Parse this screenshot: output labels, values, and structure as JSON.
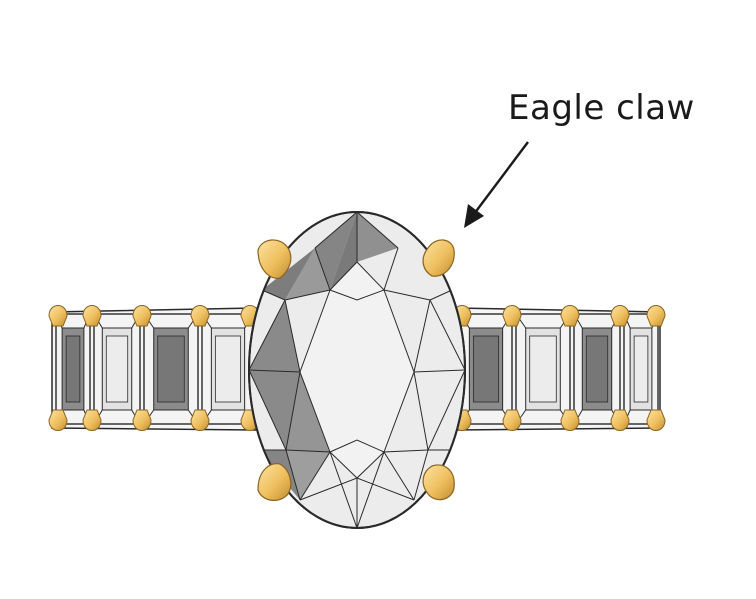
{
  "annotation": {
    "label": "Eagle claw"
  },
  "colors": {
    "gold": "#f2c66a",
    "gold_dark": "#b8862c",
    "stone_light": "#e6e6e6",
    "stone_dark": "#8a8a8a",
    "outline": "#2a2a2a"
  },
  "illustration": {
    "center_stone": "oval-cut",
    "side_stones": "emerald-cut",
    "claws": 4
  }
}
